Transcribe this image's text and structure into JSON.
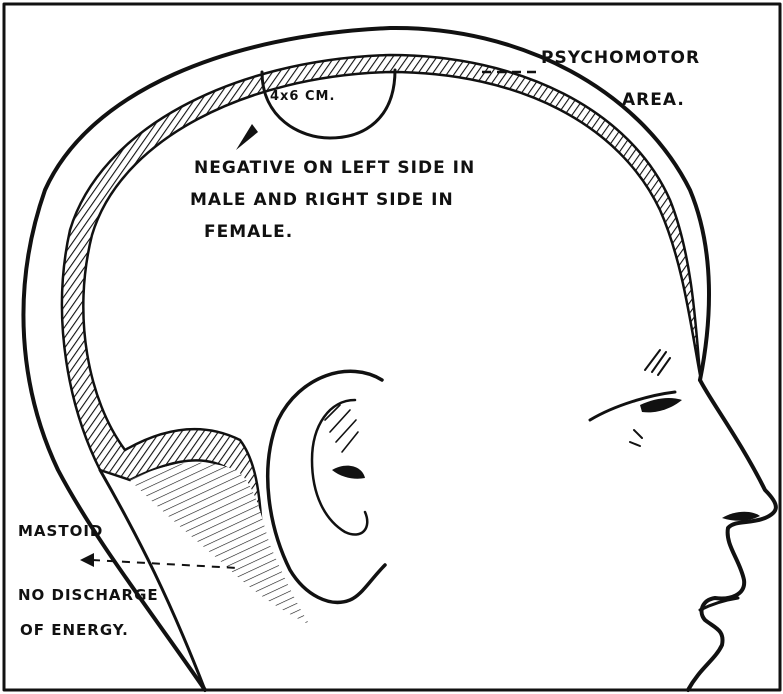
{
  "labels": {
    "psychomotor_line1": "PSYCHOMOTOR",
    "psychomotor_line2": "AREA.",
    "area_size": "4x6 CM.",
    "negative_line1": "NEGATIVE ON LEFT SIDE IN",
    "negative_line2": "MALE AND RIGHT SIDE IN",
    "negative_line3": "FEMALE.",
    "mastoid": "MASTOID",
    "no_discharge_line1": "NO DISCHARGE",
    "no_discharge_line2": "OF ENERGY."
  },
  "colors": {
    "ink": "#111111",
    "paper": "#ffffff"
  }
}
